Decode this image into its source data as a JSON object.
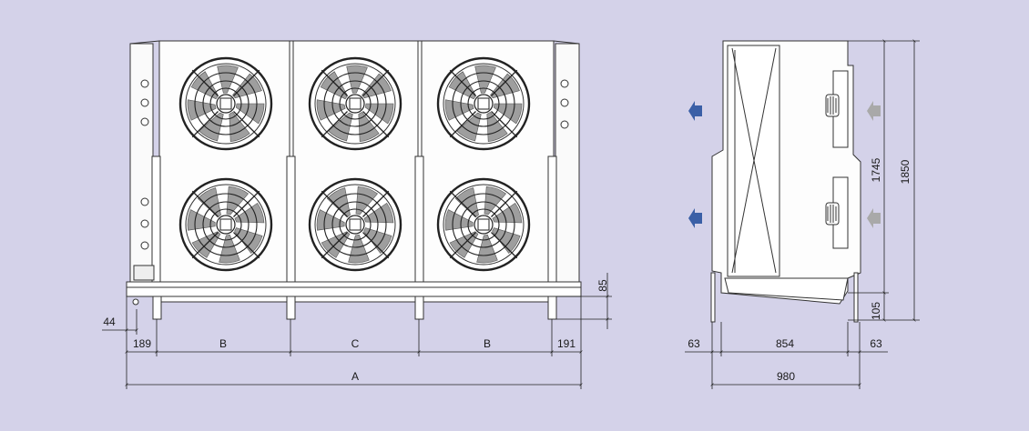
{
  "front_view": {
    "dimensions": {
      "overall_width": "A",
      "spacing_left_right": "B",
      "spacing_center": "C",
      "left_end_offset": "189",
      "right_end_offset": "191",
      "left_overhang": "44",
      "foot_height": "85"
    },
    "fan_rows": 2,
    "fan_columns": 3
  },
  "side_view": {
    "dimensions": {
      "total_height": "1850",
      "coil_height": "1745",
      "foot_clearance": "105",
      "left_leg_offset": "63",
      "right_leg_offset": "63",
      "body_depth": "854",
      "overall_depth": "980"
    },
    "airflow": {
      "out_arrow_color": "#3a5fa6",
      "in_arrow_color": "#a9a9a9"
    }
  }
}
